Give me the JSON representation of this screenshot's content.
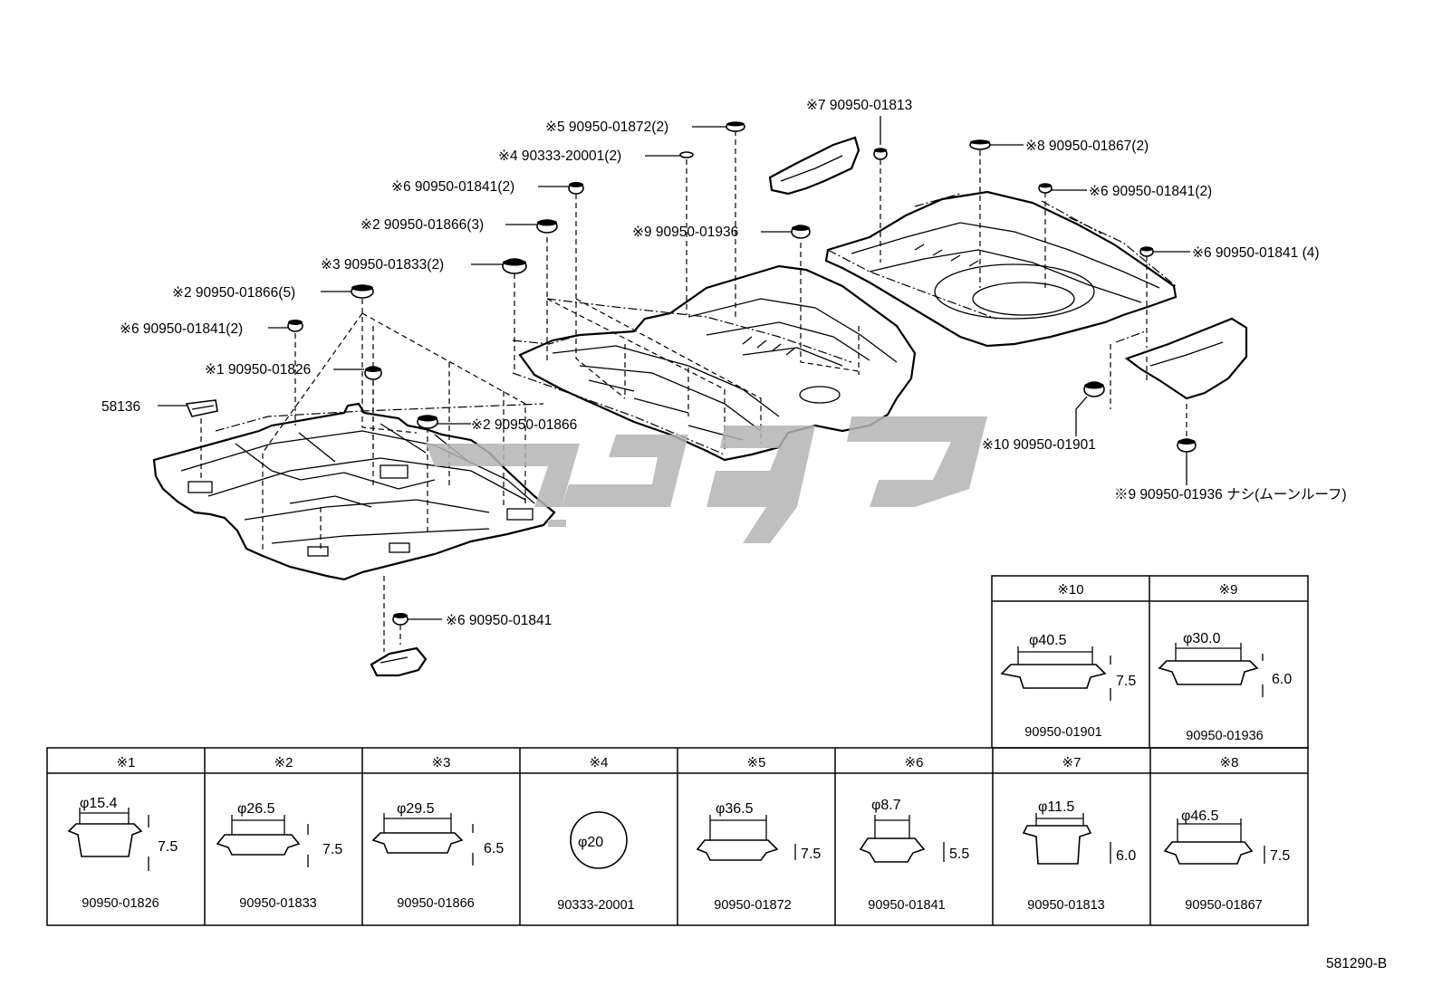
{
  "callouts": [
    {
      "id": "c58136",
      "text": "58136"
    },
    {
      "id": "c6a",
      "text": "※6 90950-01841(2)"
    },
    {
      "id": "c1",
      "text": "※1 90950-01826"
    },
    {
      "id": "c2a",
      "text": "※2 90950-01866(5)"
    },
    {
      "id": "c3",
      "text": "※3 90950-01833(2)"
    },
    {
      "id": "c2b",
      "text": "※2 90950-01866(3)"
    },
    {
      "id": "c6b",
      "text": "※6 90950-01841(2)"
    },
    {
      "id": "c4",
      "text": "※4 90333-20001(2)"
    },
    {
      "id": "c5",
      "text": "※5 90950-01872(2)"
    },
    {
      "id": "c2c",
      "text": "※2 90950-01866"
    },
    {
      "id": "c7",
      "text": "※7 90950-01813"
    },
    {
      "id": "c9a",
      "text": "※9 90950-01936"
    },
    {
      "id": "c8",
      "text": "※8 90950-01867(2)"
    },
    {
      "id": "c6c",
      "text": "※6 90950-01841(2)"
    },
    {
      "id": "c6d",
      "text": "※6 90950-01841 (4)"
    },
    {
      "id": "c10",
      "text": "※10 90950-01901"
    },
    {
      "id": "c9b",
      "text": "※9 90950-01936  ナシ(ムーンルーフ)"
    },
    {
      "id": "c6e",
      "text": "※6 90950-01841"
    }
  ],
  "table_bottom": [
    {
      "mark": "※1",
      "dia": "φ15.4",
      "height": "7.5",
      "part": "90950-01826"
    },
    {
      "mark": "※2",
      "dia": "φ26.5",
      "height": "7.5",
      "part": "90950-01833"
    },
    {
      "mark": "※3",
      "dia": "φ29.5",
      "height": "6.5",
      "part": "90950-01866"
    },
    {
      "mark": "※4",
      "dia": "φ20",
      "height": "",
      "part": "90333-20001"
    },
    {
      "mark": "※5",
      "dia": "φ36.5",
      "height": "7.5",
      "part": "90950-01872"
    },
    {
      "mark": "※6",
      "dia": "φ8.7",
      "height": "5.5",
      "part": "90950-01841"
    },
    {
      "mark": "※7",
      "dia": "φ11.5",
      "height": "6.0",
      "part": "90950-01813"
    },
    {
      "mark": "※8",
      "dia": "φ46.5",
      "height": "7.5",
      "part": "90950-01867"
    }
  ],
  "table_top": [
    {
      "mark": "※10",
      "dia": "φ40.5",
      "height": "7.5",
      "part": "90950-01901"
    },
    {
      "mark": "※9",
      "dia": "φ30.0",
      "height": "6.0",
      "part": "90950-01936"
    }
  ],
  "figure_code": "581290-B"
}
